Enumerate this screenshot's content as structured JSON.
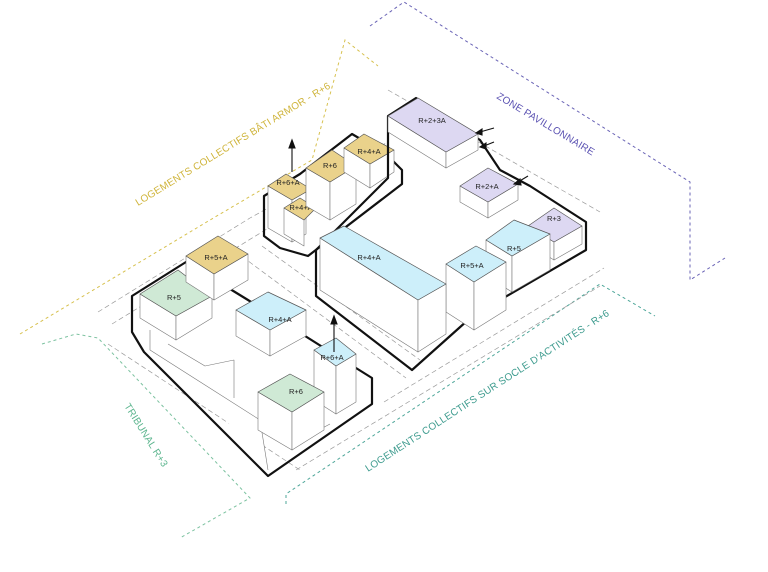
{
  "colors": {
    "yellow": "#ead28b",
    "green": "#cfe9d5",
    "cyan": "#cdeffa",
    "purple": "#ddd8f2",
    "yellow_line": "#d7c14f",
    "green_line": "#7cc2a0",
    "teal_line": "#4fa79a",
    "purple_line": "#6a64b6",
    "yellow_text": "#cfb43a",
    "green_text": "#5cb58e",
    "teal_text": "#3d9b8e",
    "purple_text": "#5b52b2"
  },
  "zones": {
    "armor": "LOGEMENTS COLLECTIFS BÂTI ARMOR - R+6",
    "pavillonnaire": "ZONE PAVILLONNAIRE",
    "socle": "LOGEMENTS COLLECTIFS SUR SOCLE D'ACTIVITÉS - R+6",
    "tribunal": "TRIBUNAL R+3"
  },
  "buildings": {
    "r2_3a": "R+2+3A",
    "r2a": "R+2+A",
    "r3": "R+3",
    "r6": "R+6",
    "r4a_top": "R+4+A",
    "r6a_left": "R+6+A",
    "r4a_left": "R+4+A",
    "r4a_long": "R+4+A",
    "r5_right": "R+5",
    "r5a_right": "R+5+A",
    "r5a_sw": "R+5+A",
    "r5_sw": "R+5",
    "r4a_sw": "R+4+A",
    "r6a_sw": "R+6+A",
    "r6_sw": "R+6"
  }
}
